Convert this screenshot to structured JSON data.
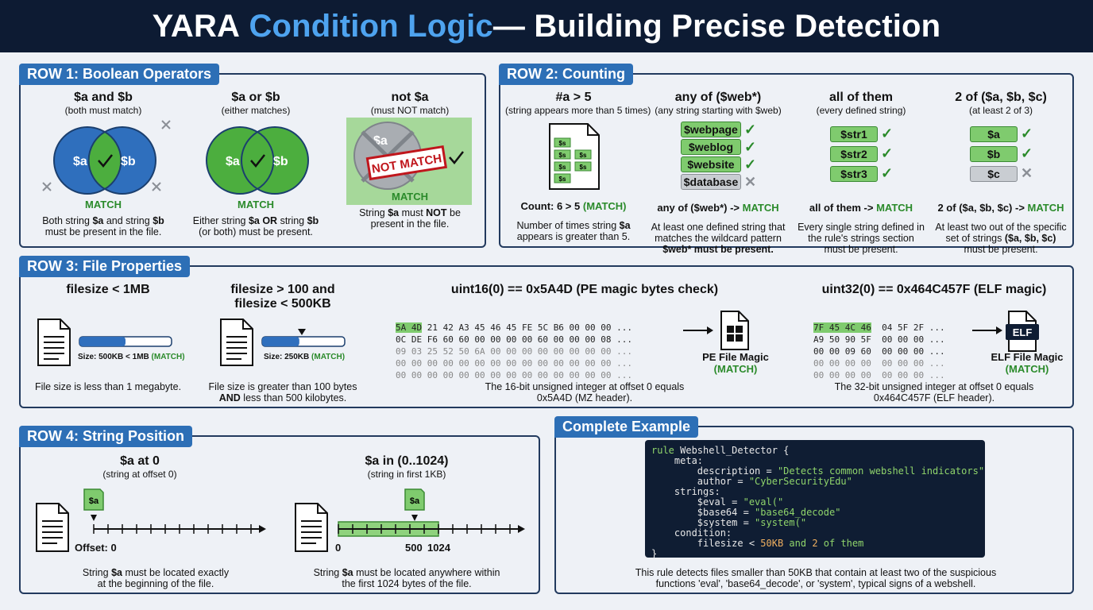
{
  "header": {
    "title_pre": "YARA ",
    "title_hl": "Condition Logic",
    "title_post": " — Building Precise Detection"
  },
  "row1": {
    "title": "ROW 1: Boolean Operators",
    "and": {
      "title": "$a and $b",
      "sub": "(both must match)",
      "left": "$a",
      "right": "$b",
      "match": "MATCH",
      "desc_pre": "Both string ",
      "desc_a": "$a",
      "desc_mid": " and string ",
      "desc_b": "$b",
      "desc_post": "must be present in the file."
    },
    "or": {
      "title": "$a or $b",
      "sub": "(either matches)",
      "left": "$a",
      "right": "$b",
      "match": "MATCH",
      "desc_pre": "Either string ",
      "desc_a": "$a OR",
      "desc_mid": " string ",
      "desc_b": "$b",
      "desc_post": "(or both) must be present."
    },
    "not": {
      "title": "not $a",
      "sub": "(must NOT match)",
      "circle": "$a",
      "stamp": "NOT MATCH",
      "match": "MATCH",
      "desc_pre": "String ",
      "desc_a": "$a",
      "desc_mid": " must ",
      "desc_b": "NOT",
      "desc_post_1": " be",
      "desc_post": "present in the file."
    }
  },
  "row2": {
    "title": "ROW 2: Counting",
    "count": {
      "title": "#a > 5",
      "sub": "(string appears more than 5 times)",
      "doc_chips": [
        "$s",
        "$s",
        "$s",
        "$s",
        "$s",
        "$s"
      ],
      "result_pre": "Count: 6 > 5 ",
      "result_match": "(MATCH)",
      "desc_1_pre": "Number of times string ",
      "desc_1_b": "$a",
      "desc_2": "appears is greater than 5."
    },
    "anyof": {
      "title": "any of ($web*)",
      "sub": "(any string starting with $web)",
      "chips": [
        "$webpage",
        "$weblog",
        "$website",
        "$database"
      ],
      "result_pre": "any of ($web*) -> ",
      "result_match": "MATCH",
      "desc_1": "At least one defined string that",
      "desc_2": "matches the wildcard pattern",
      "desc_3": "$web* must be present."
    },
    "allof": {
      "title": "all of them",
      "sub": "(every defined string)",
      "chips": [
        "$str1",
        "$str2",
        "$str3"
      ],
      "result_pre": "all of them -> ",
      "result_match": "MATCH",
      "desc_1": "Every single string defined in",
      "desc_2": "the rule's strings section",
      "desc_3": "must be present."
    },
    "twoof": {
      "title": "2 of ($a, $b, $c)",
      "sub": "(at least 2 of 3)",
      "chips": [
        "$a",
        "$b",
        "$c"
      ],
      "result_pre": "2 of ($a, $b, $c) -> ",
      "result_match": "MATCH",
      "desc_1": "At least two out of the specific",
      "desc_2_pre": "set of strings ",
      "desc_2_b": "($a, $b, $c)",
      "desc_3": "must be present."
    }
  },
  "row3": {
    "title": "ROW 3: File Properties",
    "size1": {
      "title": "filesize < 1MB",
      "bar_label_pre": "Size: 500KB < 1MB ",
      "bar_label_match": "(MATCH)",
      "fill": 0.5,
      "desc": "File size is less than 1 megabyte."
    },
    "size2": {
      "title_1": "filesize > 100 and",
      "title_2": "filesize < 500KB",
      "bar_label_pre": "Size: 250KB ",
      "bar_label_match": "(MATCH)",
      "fill": 0.45,
      "desc_1": "File size is greater than 100 bytes",
      "desc_2_b": "AND",
      "desc_2": " less than 500 kilobytes."
    },
    "pe": {
      "title": "uint16(0) == 0x5A4D (PE magic bytes check)",
      "hex_hi": "5A 4D",
      "hex_r1": " 21 42 A3 45 46 45 FE 5C B6 00 00 00 ...",
      "hex_r2": "0C DE F6 60 60 00 00 00 00 60 00 00 00 08 ...",
      "hex_r3": "09 03 25 52 50 6A 00 00 00 00 00 00 00 00 ...",
      "hex_r4": "00 00 00 00 00 00 00 00 00 00 00 00 00 00 ...",
      "hex_r5": "00 00 00 00 00 00 00 00 00 00 00 00 00 00 ...",
      "label": "PE File Magic",
      "match": "(MATCH)",
      "desc_1": "The 16-bit unsigned integer at offset 0 equals",
      "desc_2": "0x5A4D (MZ header)."
    },
    "elf": {
      "title": "uint32(0) == 0x464C457F (ELF magic)",
      "hex_hi": "7F 45 4C 46",
      "hex_r1": "  04 5F 2F ...",
      "hex_r2": "A9 50 90 5F  00 00 00 ...",
      "hex_r3": "00 00 09 60  00 00 00 ...",
      "hex_r4": "00 00 00 00  00 00 00 ...",
      "hex_r5": "00 00 00 00  00 00 00 ...",
      "icon": "ELF",
      "label": "ELF File Magic",
      "match": "(MATCH)",
      "desc_1": "The 32-bit unsigned integer at offset 0 equals",
      "desc_2": "0x464C457F (ELF header)."
    }
  },
  "row4": {
    "title": "ROW 4: String Position",
    "at0": {
      "title": "$a at 0",
      "sub": "(string at offset 0)",
      "chip": "$a",
      "offset": "Offset: 0",
      "desc_1_pre": "String ",
      "desc_1_b": "$a",
      "desc_1_post": " must be located exactly",
      "desc_2": "at the beginning of the file."
    },
    "inrange": {
      "title": "$a in (0..1024)",
      "sub": "(string in first 1KB)",
      "chip": "$a",
      "tick_0": "0",
      "tick_500": "500",
      "tick_1024": "1024",
      "desc_1_pre": "String ",
      "desc_1_b": "$a",
      "desc_1_post": " must be located anywhere within",
      "desc_2": "the first 1024 bytes of the file."
    }
  },
  "example": {
    "title": "Complete Example",
    "code": {
      "l1_kw": "rule",
      "l1_rest": " Webshell_Detector {",
      "l2": "    meta:",
      "l3_a": "        description = ",
      "l3_s": "\"Detects common webshell indicators\"",
      "l4_a": "        author = ",
      "l4_s": "\"CyberSecurityEdu\"",
      "l5": "    strings:",
      "l6_a": "        $eval = ",
      "l6_s": "\"eval(\"",
      "l7_a": "        $base64 = ",
      "l7_s": "\"base64_decode\"",
      "l8_a": "        $system = ",
      "l8_s": "\"system(\"",
      "l9": "    condition:",
      "l10_a": "        filesize < ",
      "l10_n": "50KB",
      "l10_k1": " and ",
      "l10_n2": "2",
      "l10_k2": " of them",
      "l11": "}"
    },
    "desc_1": "This rule detects files smaller than 50KB that contain at least two of the suspicious",
    "desc_2": "functions 'eval', 'base64_decode', or 'system', typical signs of a webshell."
  },
  "colors": {
    "header_bg": "#0d1b33",
    "accent": "#4ea3ef",
    "panel_title": "#2d6fb6",
    "venn_blue": "#2f6fbd",
    "venn_green": "#4cae3e",
    "match_green": "#2a8a2a",
    "chip_green": "#7fcb6e",
    "stamp_red": "#c0161c"
  },
  "icons": [
    "check-icon",
    "cross-icon",
    "document-icon",
    "windows-icon",
    "elf-icon",
    "arrow-right-icon"
  ]
}
